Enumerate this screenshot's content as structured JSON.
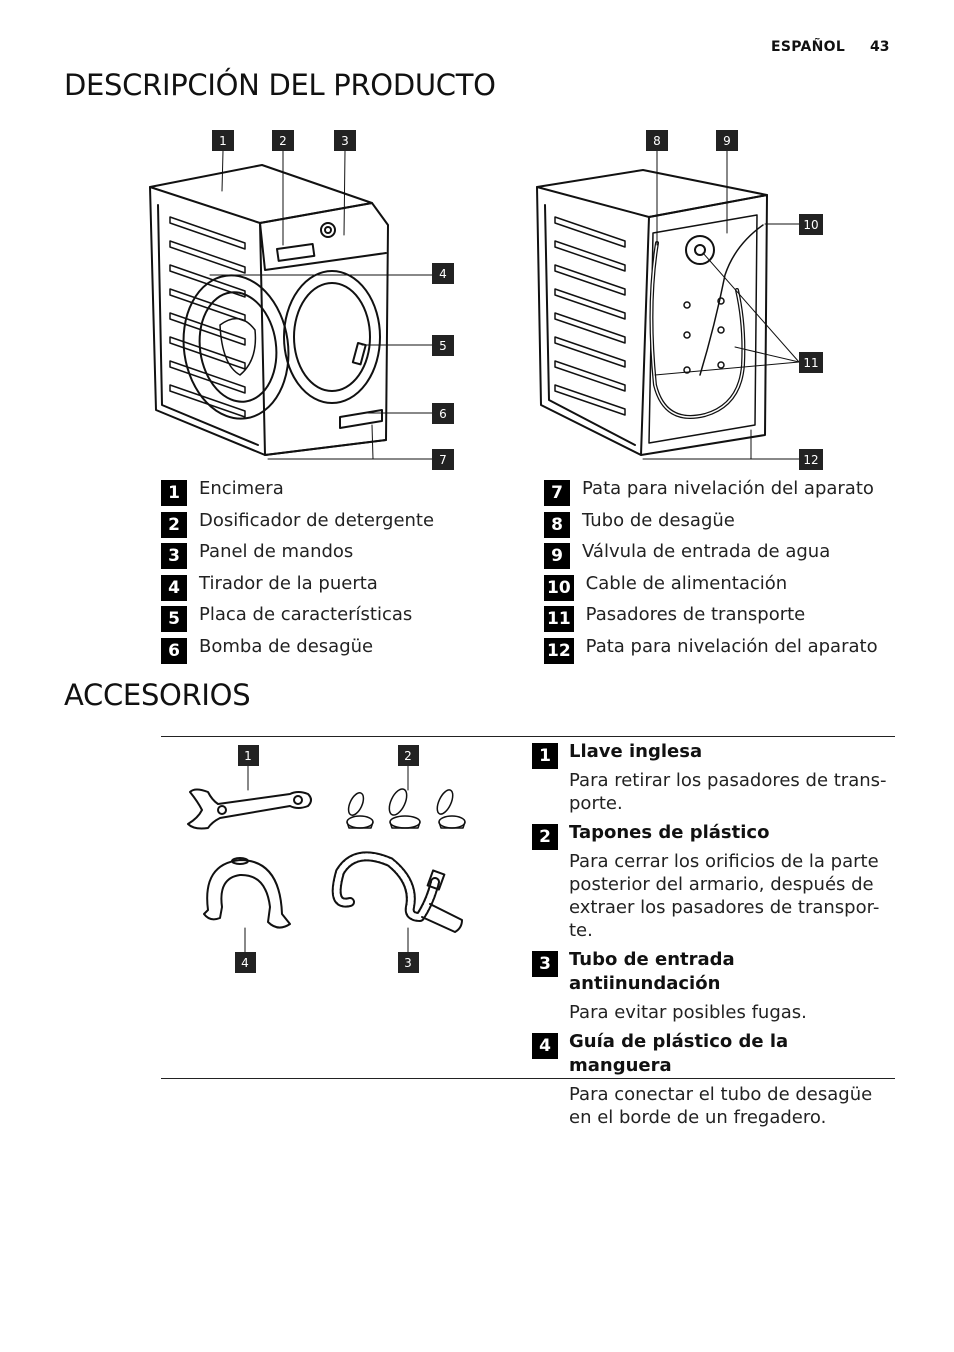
{
  "header": {
    "language": "ESPAÑOL",
    "page_number": "43"
  },
  "section_product": {
    "title": "DESCRIPCIÓN DEL PRODUCTO",
    "figure_front_callouts": [
      "1",
      "2",
      "3",
      "4",
      "5",
      "6",
      "7"
    ],
    "figure_back_callouts": [
      "8",
      "9",
      "10",
      "11",
      "12"
    ],
    "legend_left": [
      {
        "num": "1",
        "label": "Encimera"
      },
      {
        "num": "2",
        "label": "Dosificador de detergente"
      },
      {
        "num": "3",
        "label": "Panel de mandos"
      },
      {
        "num": "4",
        "label": "Tirador de la puerta"
      },
      {
        "num": "5",
        "label": "Placa de características"
      },
      {
        "num": "6",
        "label": "Bomba de desagüe"
      }
    ],
    "legend_right": [
      {
        "num": "7",
        "label": "Pata para nivelación del aparato"
      },
      {
        "num": "8",
        "label": "Tubo de desagüe"
      },
      {
        "num": "9",
        "label": "Válvula de entrada de agua"
      },
      {
        "num": "10",
        "label": "Cable de alimentación"
      },
      {
        "num": "11",
        "label": "Pasadores de transporte"
      },
      {
        "num": "12",
        "label": "Pata para nivelación del aparato"
      }
    ]
  },
  "section_accessories": {
    "title": "ACCESORIOS",
    "figure_callouts": [
      "1",
      "2",
      "4",
      "3"
    ],
    "items": [
      {
        "num": "1",
        "title": "Llave inglesa",
        "desc": "Para retirar los pasadores de trans-\nporte."
      },
      {
        "num": "2",
        "title": "Tapones de plástico",
        "desc": "Para cerrar los orificios de la parte\nposterior del armario, después de\nextraer los pasadores de transpor-\nte."
      },
      {
        "num": "3",
        "title": "Tubo de entrada antiinundación",
        "desc": "Para evitar posibles fugas."
      },
      {
        "num": "4",
        "title": "Guía de plástico de la manguera",
        "desc": "Para conectar el tubo de desagüe\nen el borde de un fregadero."
      }
    ]
  }
}
